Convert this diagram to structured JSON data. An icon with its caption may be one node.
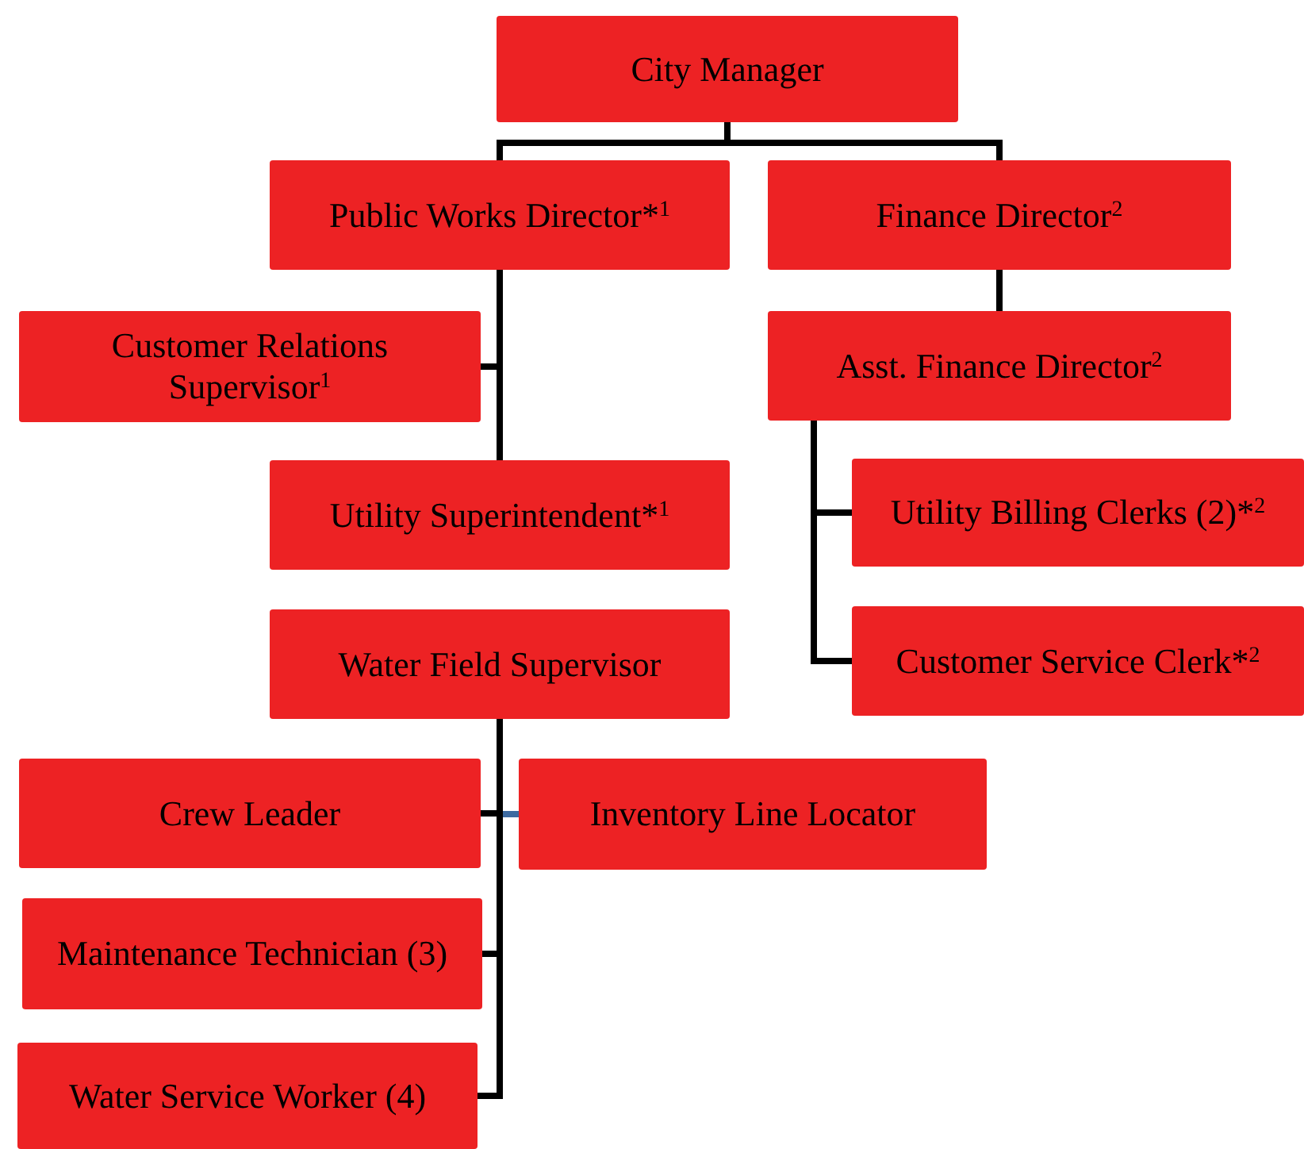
{
  "diagram": {
    "nodes": [
      {
        "text": [
          "City Manager"
        ]
      },
      {
        "text": [
          "Public Works Director*$^{1}$"
        ]
      },
      {
        "text": [
          "Finance Director$^{2}$"
        ]
      },
      {
        "text": [
          "Customer Relations Supervisor$^{1}$"
        ]
      },
      {
        "text": [
          "Utility Superintendent*$^{1}$"
        ]
      },
      {
        "text": [
          "Asst. Finance Director$^{2}$"
        ]
      },
      {
        "text": [
          "Utility Billing Clerks (2)*$^{2}$"
        ]
      },
      {
        "text": [
          "Customer Service Clerk*$^{2}$"
        ]
      },
      {
        "text": [
          "Water Field Supervisor"
        ]
      },
      {
        "text": [
          "Crew Leader"
        ]
      },
      {
        "text": [
          "Inventory Line Locator"
        ]
      },
      {
        "text": [
          "Maintenance Technician (3)"
        ]
      },
      {
        "text": [
          "Water Service Worker (4)"
        ]
      }
    ],
    "edges": [
      {
        "from": 0,
        "to": 1,
        "arrow": "none"
      },
      {
        "from": 0,
        "to": 2,
        "arrow": "none"
      },
      {
        "from": 1,
        "to": 3,
        "arrow": "none"
      },
      {
        "from": 1,
        "to": 4,
        "arrow": "none"
      },
      {
        "from": 2,
        "to": 5,
        "arrow": "none"
      },
      {
        "from": 5,
        "to": 6,
        "arrow": "none"
      },
      {
        "from": 5,
        "to": 7,
        "arrow": "none"
      },
      {
        "from": 8,
        "to": 9,
        "arrow": "none"
      },
      {
        "from": 8,
        "to": 10,
        "arrow": "none",
        "color": "#3d6aa0"
      },
      {
        "from": 8,
        "to": 11,
        "arrow": "none"
      },
      {
        "from": 8,
        "to": 12,
        "arrow": "none"
      }
    ]
  }
}
